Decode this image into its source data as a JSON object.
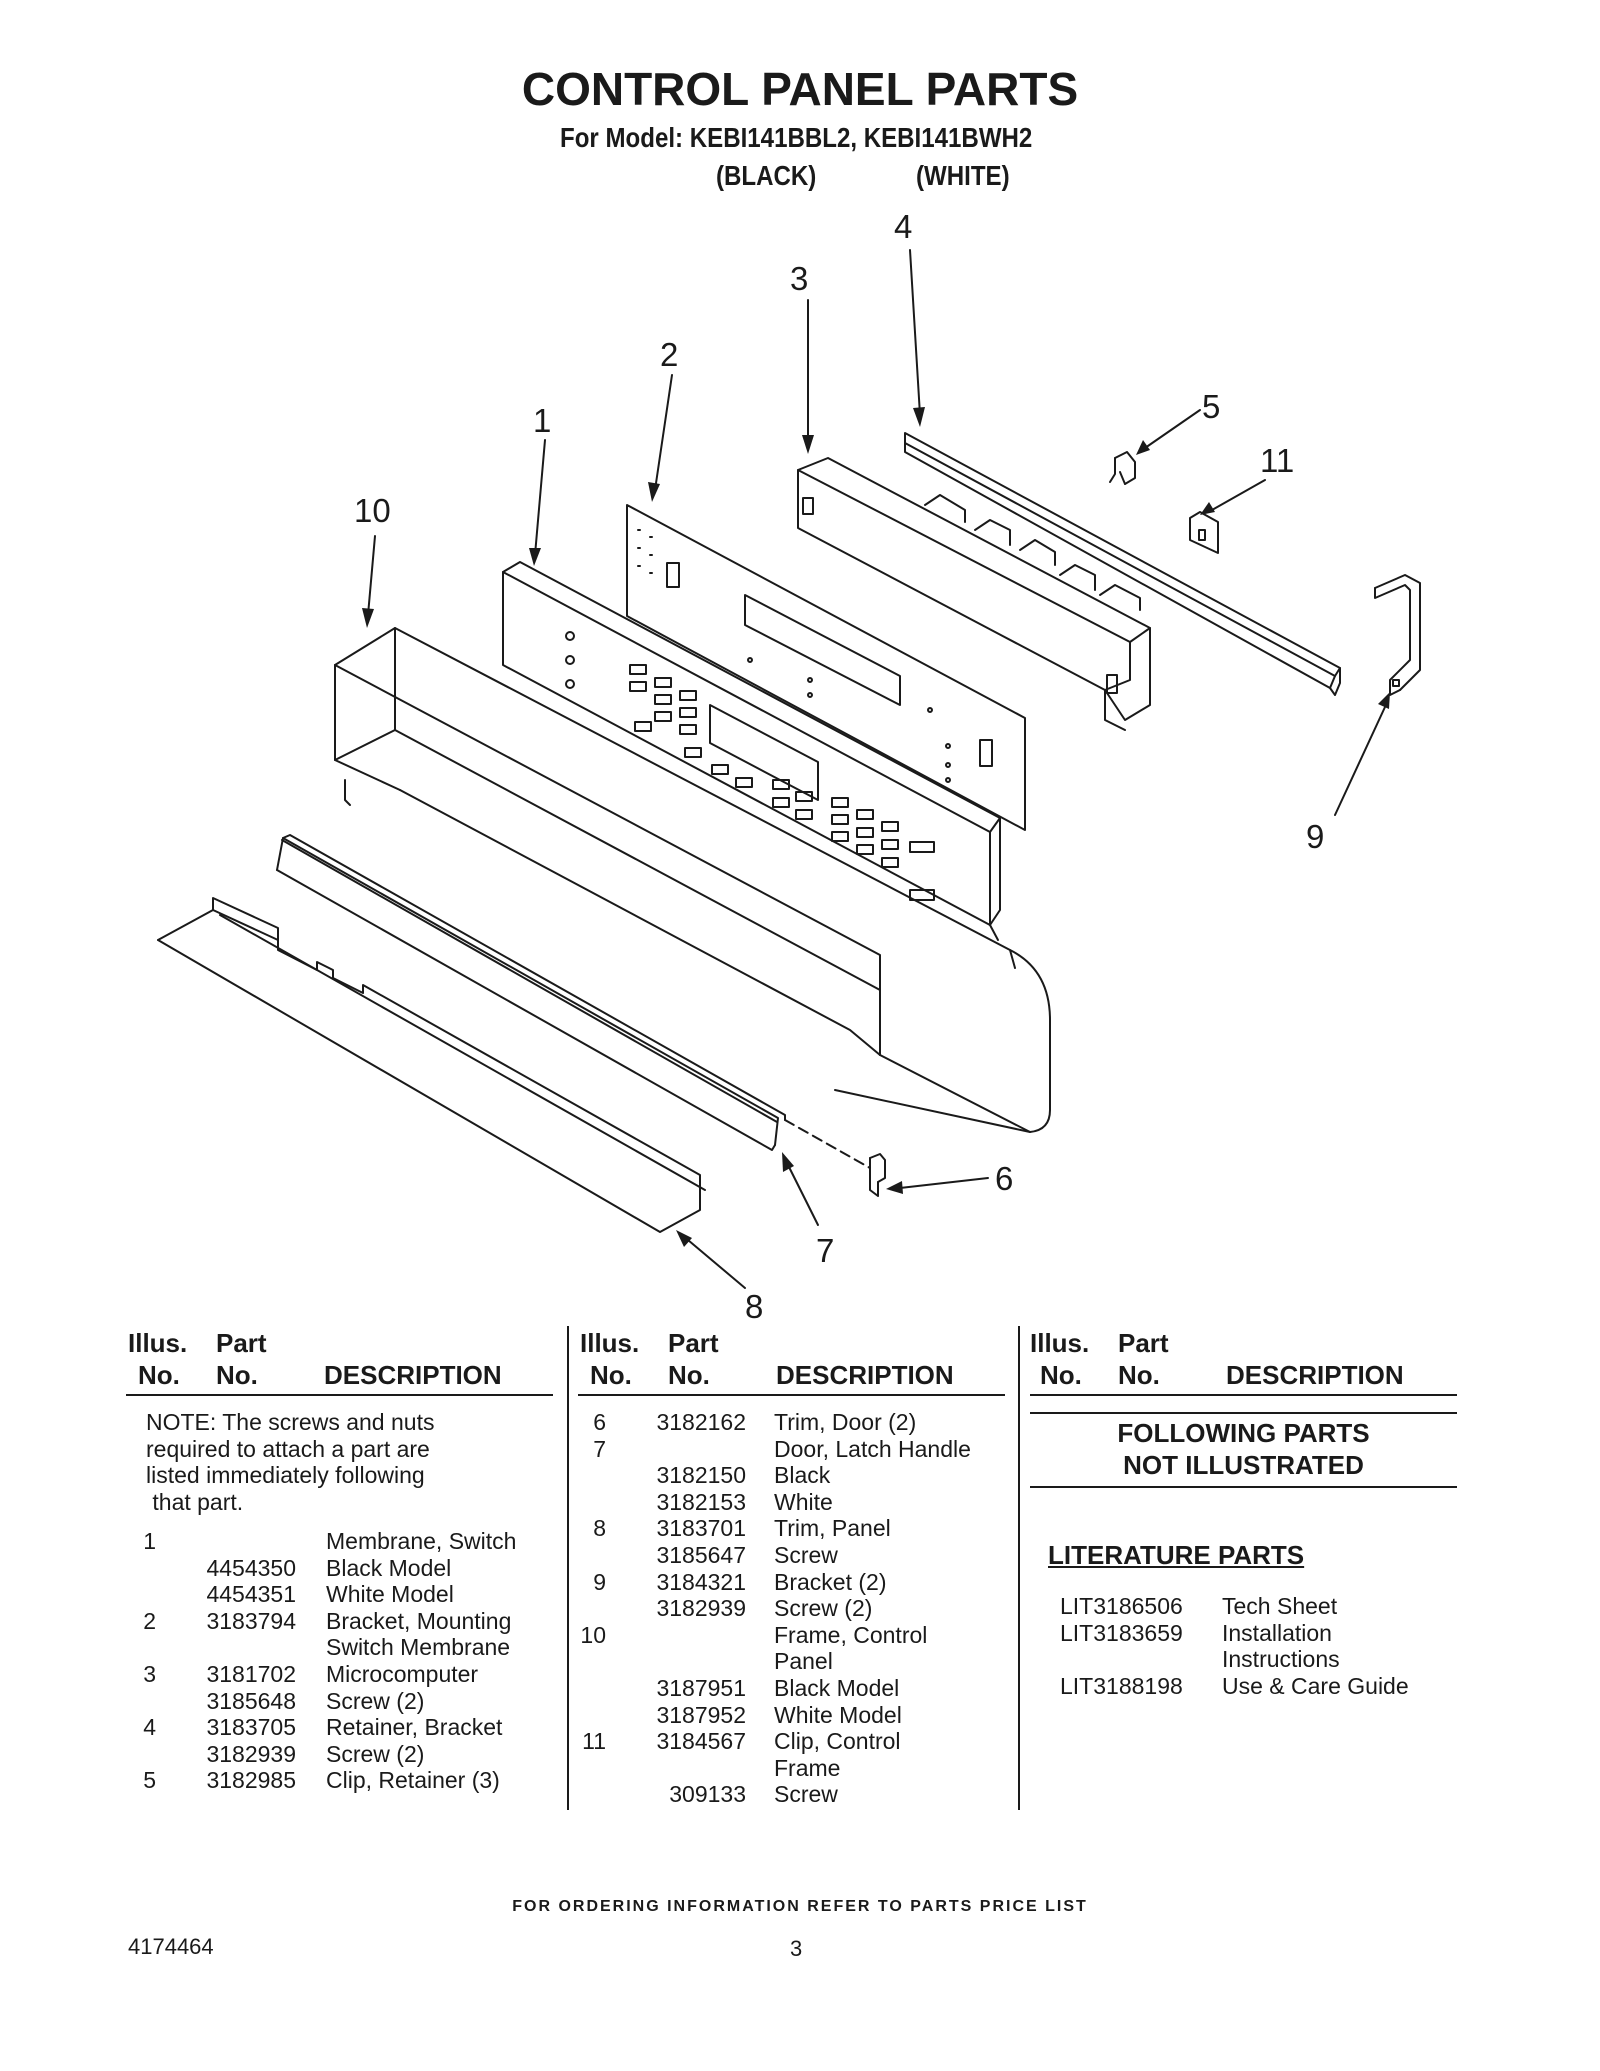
{
  "header": {
    "title": "CONTROL PANEL PARTS",
    "model_line": "For Model: KEBI141BBL2, KEBI141BWH2",
    "variant_black": "(BLACK)",
    "variant_white": "(WHITE)"
  },
  "diagram": {
    "callouts": [
      "1",
      "2",
      "3",
      "4",
      "5",
      "6",
      "7",
      "8",
      "9",
      "10",
      "11"
    ]
  },
  "table_header": {
    "illus_line1": "Illus.",
    "illus_line2": "No.",
    "part_line1": "Part",
    "part_line2": "No.",
    "description": "DESCRIPTION"
  },
  "note_lines": [
    "NOTE: The screws and nuts",
    "required to attach a part are",
    "listed immediately following",
    " that part."
  ],
  "col1_rows": [
    {
      "illus": "1",
      "part": "",
      "desc": "Membrane, Switch"
    },
    {
      "illus": "",
      "part": "4454350",
      "desc": "Black Model"
    },
    {
      "illus": "",
      "part": "4454351",
      "desc": "White Model"
    },
    {
      "illus": "2",
      "part": "3183794",
      "desc": "Bracket, Mounting"
    },
    {
      "illus": "",
      "part": "",
      "desc": "Switch Membrane"
    },
    {
      "illus": "3",
      "part": "3181702",
      "desc": "Microcomputer"
    },
    {
      "illus": "",
      "part": "3185648",
      "desc": "Screw (2)"
    },
    {
      "illus": "4",
      "part": "3183705",
      "desc": "Retainer, Bracket"
    },
    {
      "illus": "",
      "part": "3182939",
      "desc": "Screw (2)"
    },
    {
      "illus": "5",
      "part": "3182985",
      "desc": "Clip, Retainer (3)"
    }
  ],
  "col2_rows": [
    {
      "illus": "6",
      "part": "3182162",
      "desc": "Trim, Door (2)"
    },
    {
      "illus": "7",
      "part": "",
      "desc": "Door, Latch Handle"
    },
    {
      "illus": "",
      "part": "3182150",
      "desc": "Black"
    },
    {
      "illus": "",
      "part": "3182153",
      "desc": "White"
    },
    {
      "illus": "8",
      "part": "3183701",
      "desc": "Trim, Panel"
    },
    {
      "illus": "",
      "part": "3185647",
      "desc": "Screw"
    },
    {
      "illus": "9",
      "part": "3184321",
      "desc": "Bracket (2)"
    },
    {
      "illus": "",
      "part": "3182939",
      "desc": "Screw (2)"
    },
    {
      "illus": "10",
      "part": "",
      "desc": "Frame, Control"
    },
    {
      "illus": "",
      "part": "",
      "desc": "Panel"
    },
    {
      "illus": "",
      "part": "3187951",
      "desc": "Black Model"
    },
    {
      "illus": "",
      "part": "3187952",
      "desc": "White Model"
    },
    {
      "illus": "11",
      "part": "3184567",
      "desc": "Clip, Control"
    },
    {
      "illus": "",
      "part": "",
      "desc": "Frame"
    },
    {
      "illus": "",
      "part": "309133",
      "desc": "Screw"
    }
  ],
  "not_illustrated": {
    "line1": "FOLLOWING PARTS",
    "line2": "NOT ILLUSTRATED"
  },
  "literature": {
    "title": "LITERATURE PARTS",
    "rows": [
      {
        "part": "LIT3186506",
        "desc": "Tech Sheet"
      },
      {
        "part": "LIT3183659",
        "desc": "Installation"
      },
      {
        "part": "",
        "desc": "Instructions"
      },
      {
        "part": "LIT3188198",
        "desc": "Use & Care Guide"
      }
    ]
  },
  "footer": {
    "ordering": "FOR ORDERING INFORMATION REFER TO PARTS PRICE LIST",
    "doc_number": "4174464",
    "page_number": "3"
  }
}
